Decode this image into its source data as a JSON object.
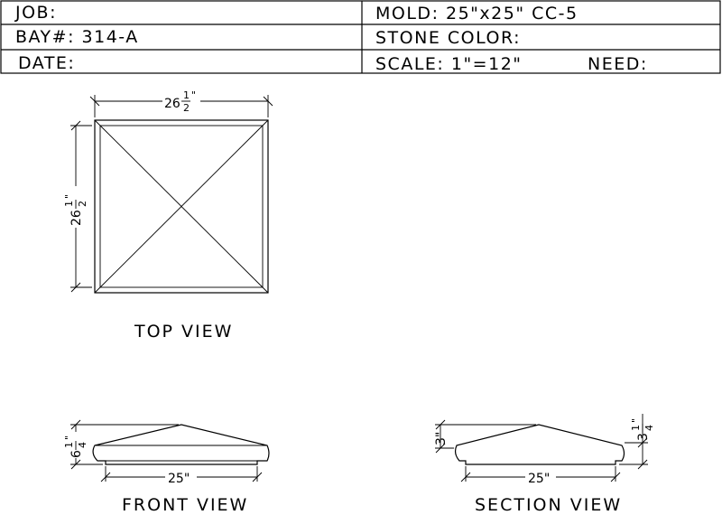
{
  "title_block": {
    "job": "JOB:",
    "mold": "MOLD: 25\"x25\" CC-5",
    "bay": "BAY#: 314-A",
    "stone_color": "STONE COLOR:",
    "date": "DATE:",
    "scale": "SCALE: 1\"=12\"",
    "need": "NEED:"
  },
  "top_view": {
    "label": "TOP VIEW",
    "width_whole": "26",
    "width_num": "1",
    "width_den": "2",
    "width_inch": "\"",
    "height_whole": "26",
    "height_num": "1",
    "height_den": "2",
    "height_inch": "\""
  },
  "front_view": {
    "label": "FRONT VIEW",
    "height_whole": "6",
    "height_num": "1",
    "height_den": "4",
    "height_inch": "\"",
    "width": "25\""
  },
  "section_view": {
    "label": "SECTION VIEW",
    "left_height": "3\"",
    "right_whole": "3",
    "right_num": "1",
    "right_den": "4",
    "right_inch": "\"",
    "width": "25\""
  }
}
